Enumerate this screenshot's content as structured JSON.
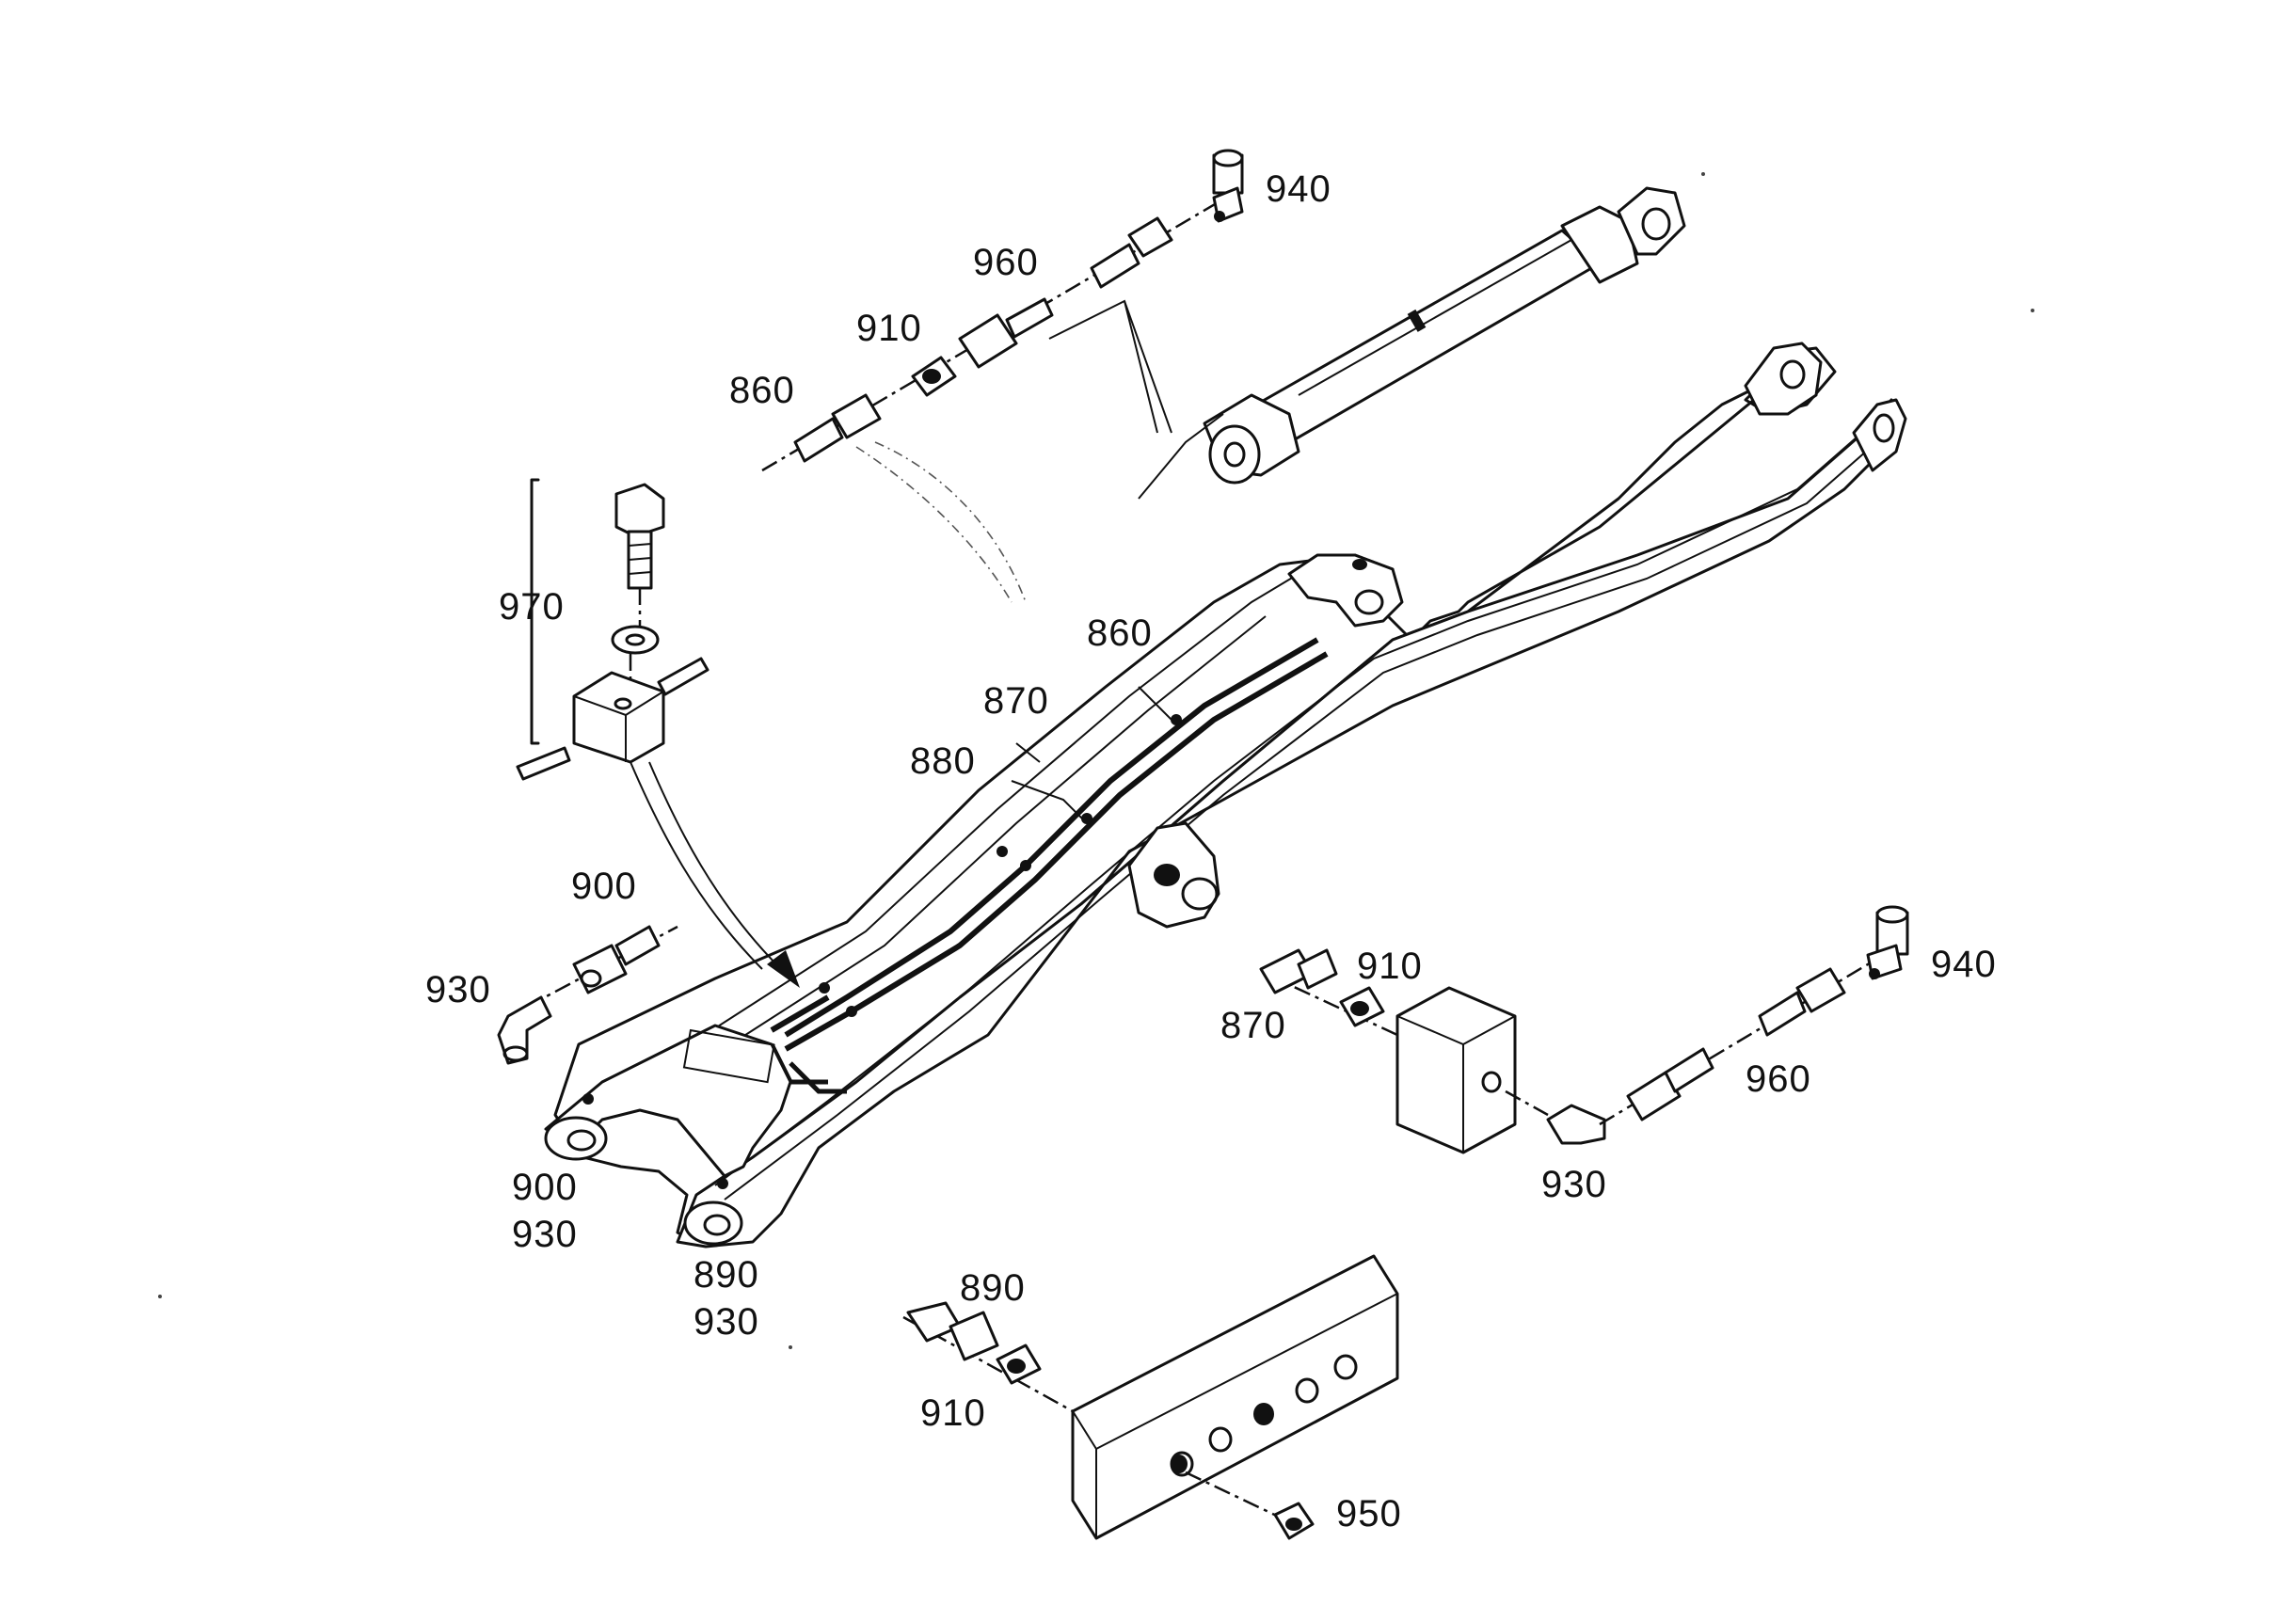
{
  "diagram": {
    "labels": {
      "l940_top": "940",
      "l960_top": "960",
      "l910_top": "910",
      "l860_top": "860",
      "l970": "970",
      "l860_mid": "860",
      "l870_mid": "870",
      "l880": "880",
      "l900_top": "900",
      "l930_left": "930",
      "l900_low": "900",
      "l930_low": "930",
      "l890_a": "890",
      "l930_b": "930",
      "l890_b": "890",
      "l910_bottom": "910",
      "l950": "950",
      "l910_right": "910",
      "l870_right": "870",
      "l940_right": "940",
      "l960_right": "960",
      "l930_right": "930"
    },
    "parts": [
      {
        "id": "boom",
        "icon": "boom-arm"
      },
      {
        "id": "cylinder",
        "icon": "hydraulic-cylinder"
      },
      {
        "id": "clamp-block",
        "icon": "clamp-block"
      },
      {
        "id": "valve-block",
        "icon": "valve-block"
      },
      {
        "id": "manifold-block",
        "icon": "manifold-block"
      }
    ]
  }
}
